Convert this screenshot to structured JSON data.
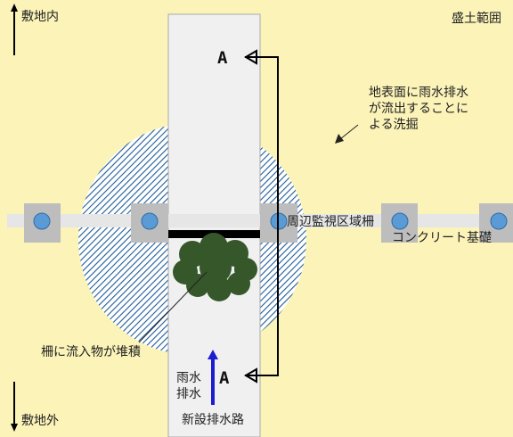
{
  "labels": {
    "inside_site": "敷地内",
    "outside_site": "敷地外",
    "embankment_area": "盛土範囲",
    "erosion_note": [
      "地表面に雨水排水",
      "が流出することに",
      "よる洗掘"
    ],
    "fence": "周辺監視区域柵",
    "concrete_foundation": "コンクリート基礎",
    "debris_note": "柵に流入物が堆積",
    "rainwater_drain": [
      "雨水",
      "排水"
    ],
    "new_drainage_channel": "新設排水路",
    "section_mark": "A"
  },
  "colors": {
    "background": "#fbf3b8",
    "channel": "#f0f0f0",
    "erosion_hatch": "#1f5c99",
    "erosion_fill": "#ffffff",
    "fence_bar": "#e6e6e6",
    "foundation": "#bdbdbd",
    "post": "#5b9bd5",
    "debris": "#35572a",
    "flow_arrow": "#1c1cd0"
  }
}
